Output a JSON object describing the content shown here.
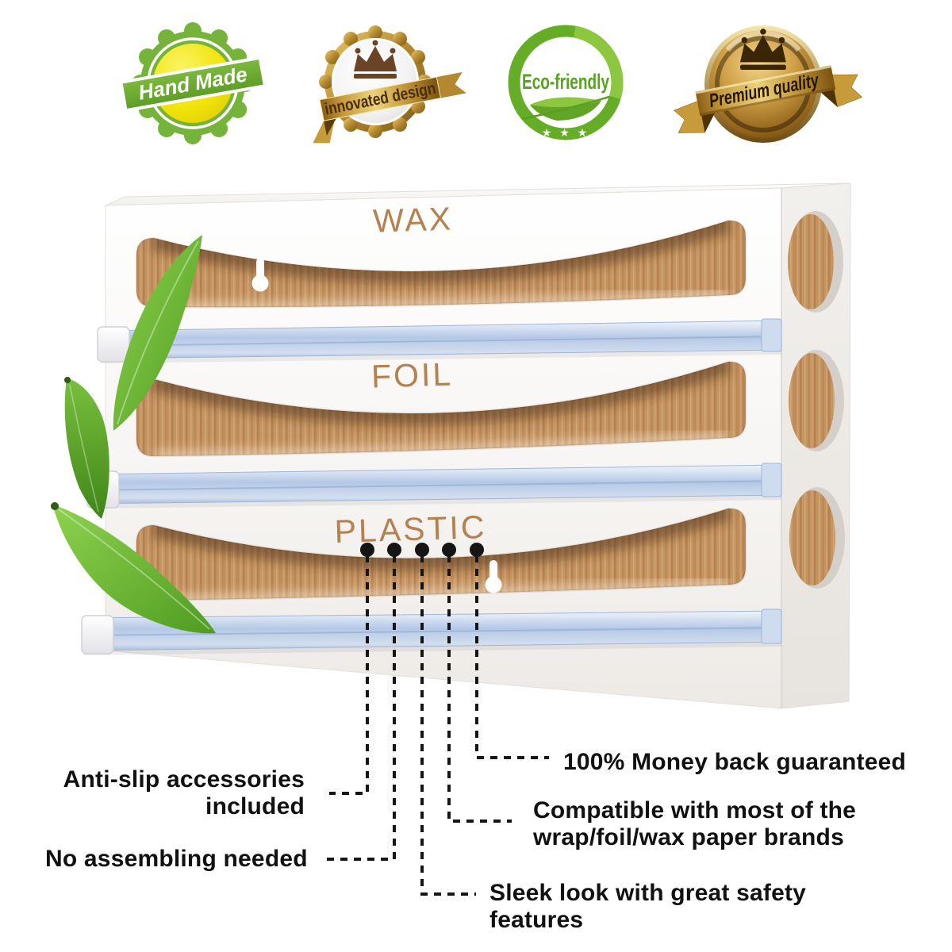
{
  "badges": [
    {
      "label": "Hand Made",
      "style": "green-scallop",
      "band_color": "#6fae2d",
      "inner_color": "#f2e60d"
    },
    {
      "label": "innovated design",
      "style": "gold-scallop",
      "band_color": "#c69b3d",
      "text_color": "#4a2c0e"
    },
    {
      "label": "Eco-friendly",
      "style": "green-ring",
      "stars": "★ ★ ★",
      "ring_color": "#65ad27"
    },
    {
      "label": "Premium quality",
      "style": "gold-medal",
      "band_color": "#c69b3d",
      "text_color": "#241602"
    }
  ],
  "product": {
    "type": "bamboo wrap dispenser, 3 slots, wall mounted",
    "slots": [
      {
        "label": "WAX"
      },
      {
        "label": "FOIL"
      },
      {
        "label": "PLASTIC"
      }
    ],
    "colors": {
      "body_white": "#f6f4f2",
      "wood": "#c59463",
      "engraved_text": "#b5814f",
      "rail_blue": "#b4c8e6"
    }
  },
  "callouts": [
    {
      "id": "anti-slip",
      "lines": [
        "Anti-slip accessories",
        "included"
      ]
    },
    {
      "id": "no-assembling",
      "lines": [
        "No assembling needed"
      ]
    },
    {
      "id": "money-back",
      "lines": [
        "100% Money back guaranteed"
      ]
    },
    {
      "id": "compatible",
      "lines": [
        "Compatible with most of the",
        "wrap/foil/wax paper brands"
      ]
    },
    {
      "id": "sleek",
      "lines": [
        "Sleek look with great safety",
        "features"
      ]
    }
  ],
  "connector_color": "#151515"
}
